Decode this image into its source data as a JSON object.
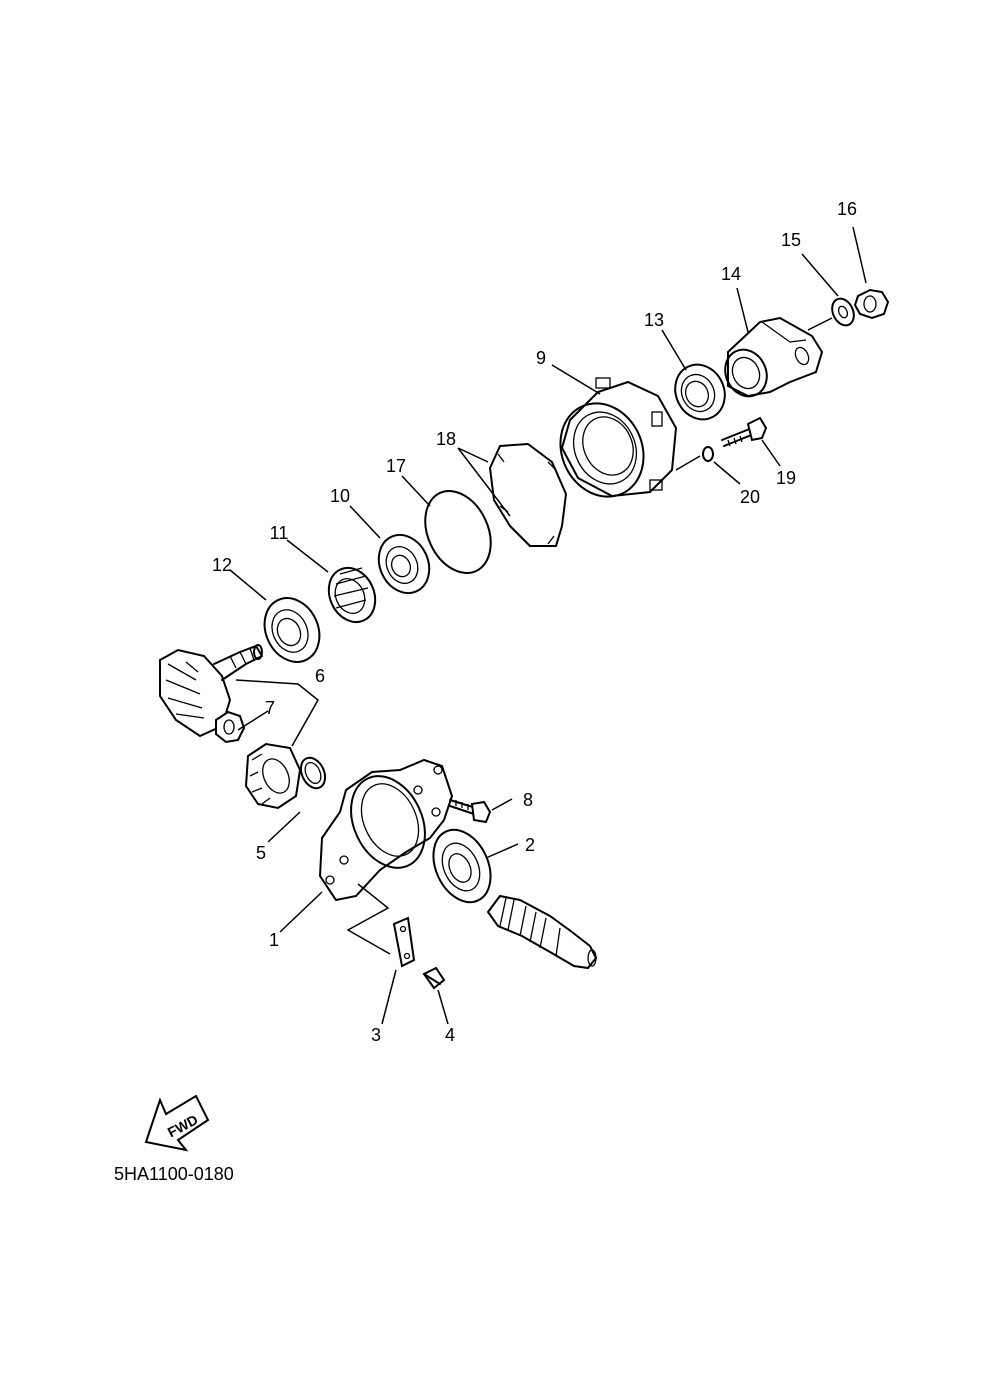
{
  "diagram": {
    "code": "5HA1100-0180",
    "fwd_label": "FWD",
    "callouts": [
      "1",
      "2",
      "3",
      "4",
      "5",
      "6",
      "7",
      "8",
      "9",
      "10",
      "11",
      "12",
      "13",
      "14",
      "15",
      "16",
      "17",
      "18",
      "19",
      "20"
    ]
  }
}
